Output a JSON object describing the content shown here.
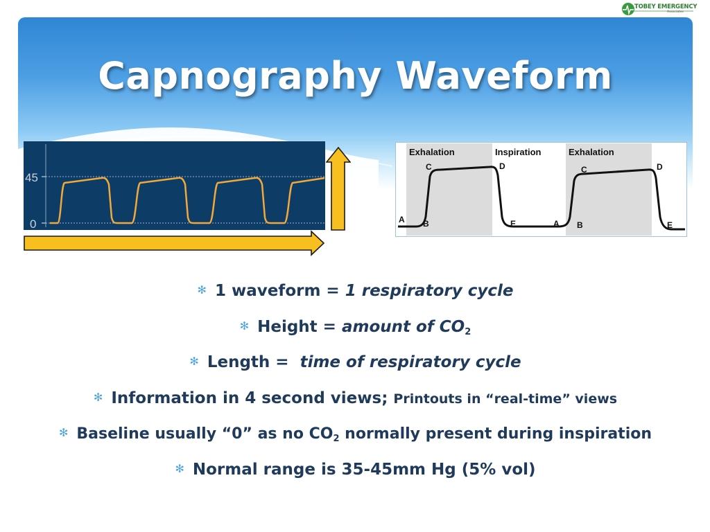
{
  "slide": {
    "title": "Capnography Waveform",
    "logo": {
      "name": "TOBEY EMERGENCY",
      "sub": "Associates"
    }
  },
  "monitor": {
    "y_labels": [
      "45",
      "0"
    ],
    "colors": {
      "background": "#0d3d66",
      "trace": "#f2a93b",
      "arrow": "#f7bf1f"
    }
  },
  "diagram": {
    "phase_labels": [
      "Exhalation",
      "Inspiration",
      "Exhalation"
    ],
    "point_labels": [
      "A",
      "B",
      "C",
      "D",
      "E",
      "A",
      "B",
      "C",
      "D",
      "E"
    ]
  },
  "bullets": [
    {
      "text": "1 waveform = ",
      "em": "1 respiratory cycle"
    },
    {
      "text": "Height = ",
      "em": "amount of CO",
      "sub": "2"
    },
    {
      "text": "Length =  ",
      "em": "time of respiratory cycle"
    },
    {
      "text": "Information in 4 second views; ",
      "small": "Printouts in “real-time” views"
    },
    {
      "text": "Baseline usually “0” as no CO",
      "sub": "2",
      "tail": " normally present during inspiration"
    },
    {
      "text": "Normal range is 35-45mm Hg (5% vol)"
    }
  ]
}
